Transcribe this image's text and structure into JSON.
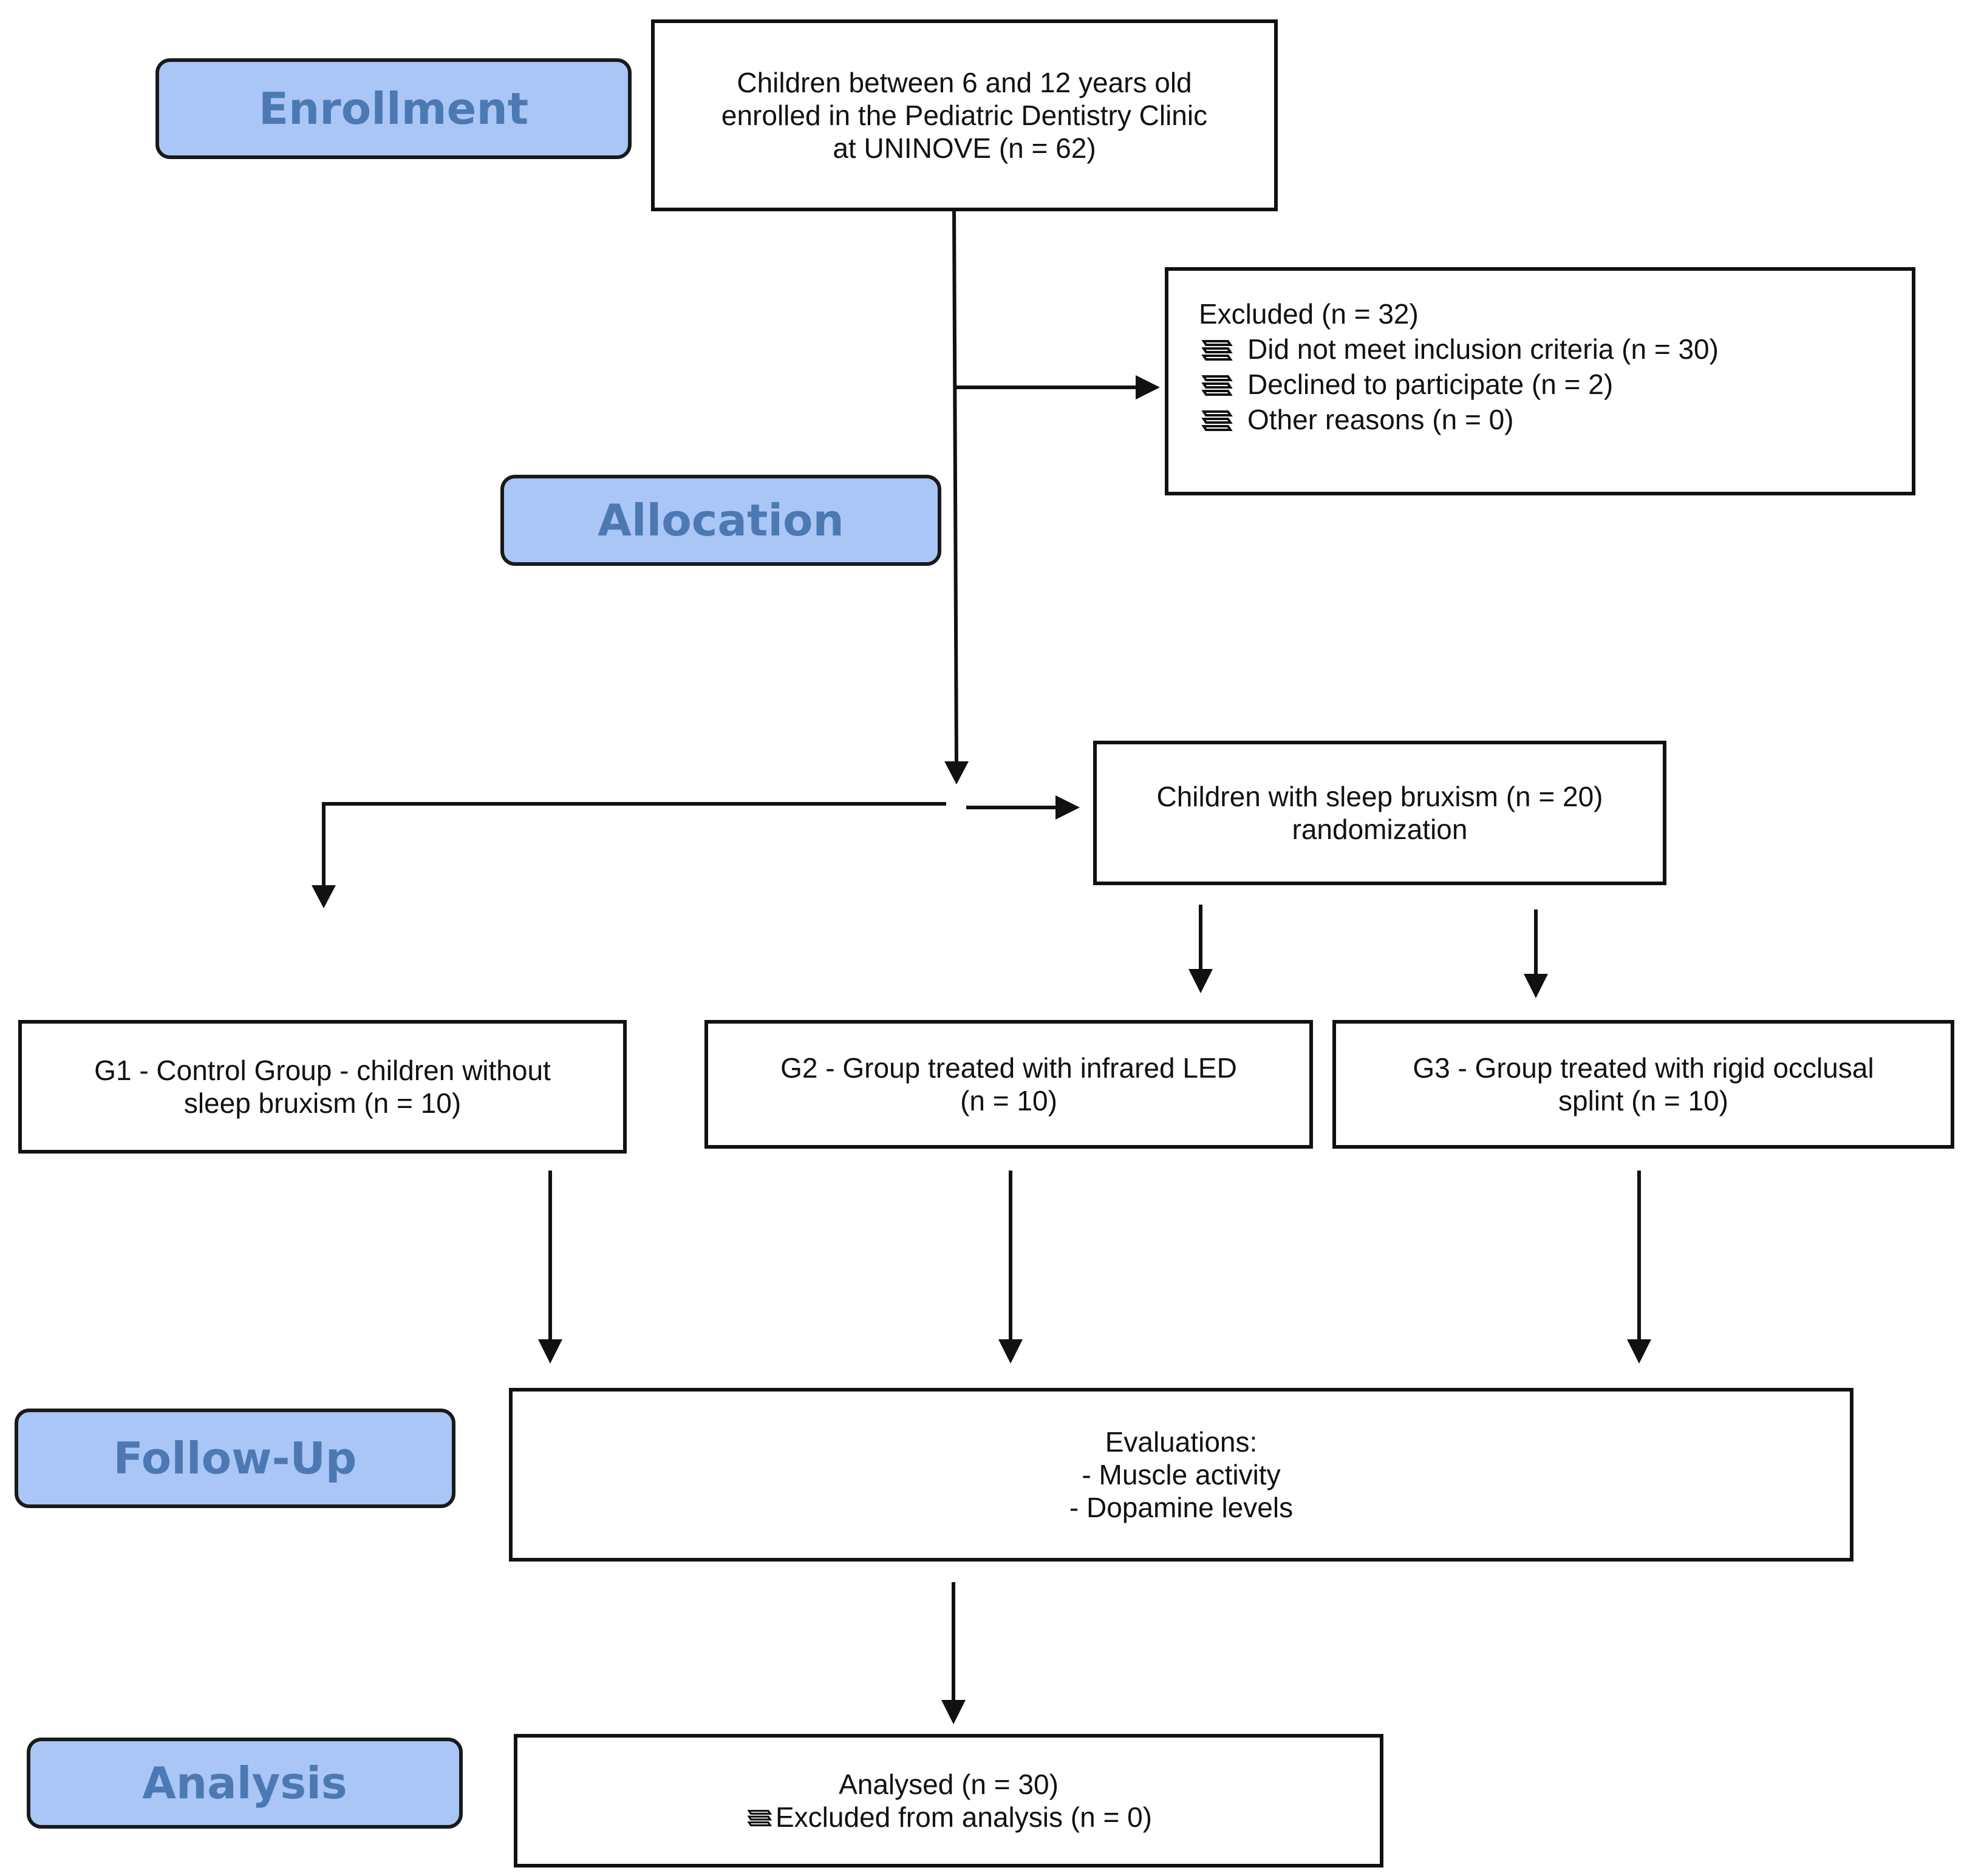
{
  "stages": {
    "enrollment": "Enrollment",
    "allocation": "Allocation",
    "follow_up": "Follow-Up",
    "analysis": "Analysis"
  },
  "enrolled": {
    "lines": [
      "Children between 6 and 12 years old",
      "enrolled in the Pediatric Dentistry Clinic",
      "at UNINOVE (n = 62)"
    ]
  },
  "excluded": {
    "title": "Excluded (n = 32)",
    "items": [
      "Did not meet inclusion criteria (n = 30)",
      "Declined to participate (n = 2)",
      "Other reasons (n = 0)"
    ],
    "bullet_icon": "stacked-books-icon"
  },
  "randomization": {
    "lines": [
      "Children with sleep bruxism (n = 20)",
      "randomization"
    ]
  },
  "groups": {
    "g1": [
      "G1 - Control Group - children without",
      "sleep bruxism (n = 10)"
    ],
    "g2": [
      "G2 - Group treated with infrared LED",
      "(n = 10)"
    ],
    "g3": [
      "G3 - Group treated with rigid occlusal",
      "splint (n = 10)"
    ]
  },
  "evaluations": {
    "lines": [
      "Evaluations:",
      "- Muscle activity",
      "- Dopamine levels"
    ]
  },
  "analysed": {
    "title": "Analysed (n = 30)",
    "excluded": "Excluded from analysis (n = 0)"
  },
  "colors": {
    "stage_fill": "#aac6f7",
    "stage_text": "#4d79b3",
    "line": "#111111"
  }
}
